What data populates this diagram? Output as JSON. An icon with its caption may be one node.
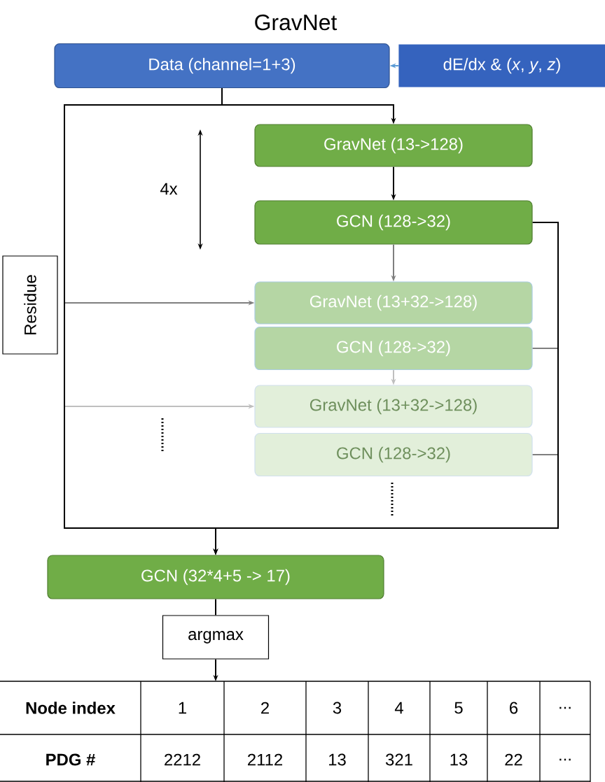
{
  "diagram": {
    "title": "GravNet",
    "nodes": [
      {
        "text": [
          "Data (channel=1+3)"
        ]
      },
      {
        "text": [
          "dE/dx & (*x*, *y*, *z*)"
        ]
      },
      {
        "text": [
          "GravNet (13->128)"
        ]
      },
      {
        "text": [
          "GCN (128->32)"
        ]
      },
      {
        "text": [
          "GravNet (13+32->128)"
        ]
      },
      {
        "text": [
          "GCN (128->32)"
        ]
      },
      {
        "text": [
          "GravNet (13+32->128)"
        ]
      },
      {
        "text": [
          "GCN (128->32)"
        ]
      },
      {
        "text": [
          "GCN (32*4+5 -> 17)"
        ]
      },
      {
        "text": [
          "argmax"
        ]
      },
      {
        "text": [
          "Residue"
        ]
      }
    ],
    "edges": [
      {
        "from": 1,
        "to": 0,
        "arrow": "to",
        "color": "#5b9bd5"
      },
      {
        "from": 0,
        "to": 2,
        "arrow": "to"
      },
      {
        "from": 2,
        "to": 3,
        "arrow": "to"
      },
      {
        "from": 3,
        "to": 4,
        "arrow": "to",
        "color": "#7f7f7f"
      },
      {
        "from": 0,
        "to": 4,
        "arrow": "to",
        "color": "#7f7f7f"
      },
      {
        "from": 5,
        "to": 6,
        "arrow": "to",
        "color": "#bfbfbf"
      },
      {
        "from": 0,
        "to": 6,
        "arrow": "to",
        "color": "#bfbfbf"
      },
      {
        "from": 0,
        "to": 8,
        "arrow": "to"
      },
      {
        "from": 3,
        "to": 8,
        "arrow": "to"
      },
      {
        "from": 5,
        "to": 8,
        "arrow": "to",
        "color": "#7f7f7f"
      },
      {
        "from": 7,
        "to": 8,
        "arrow": "to",
        "color": "#7f7f7f"
      },
      {
        "from": 8,
        "to": 9,
        "arrow": "none"
      },
      {
        "from": 9,
        "to": null,
        "arrow": "to"
      }
    ],
    "labels": [
      "4x",
      "Node index",
      "1",
      "2",
      "3",
      "4",
      "5",
      "6",
      "...",
      "PDG #",
      "2212",
      "2112",
      "13",
      "321",
      "13",
      "22",
      "..."
    ]
  }
}
